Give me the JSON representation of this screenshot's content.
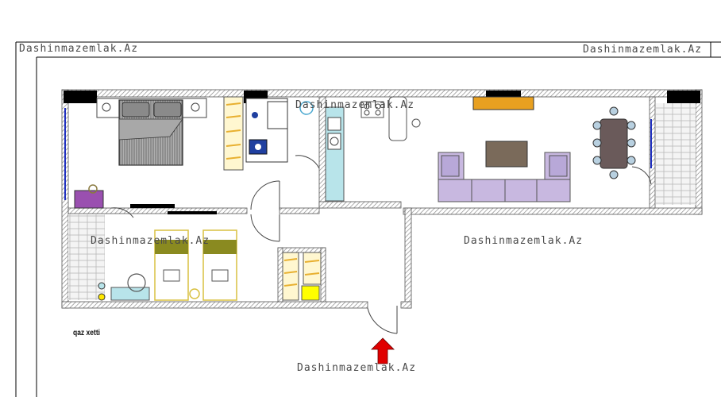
{
  "watermarks": {
    "top_left": "Dashinmazemlak.Az",
    "top_right": "Dashinmazemlak.Az",
    "kitchen": "Dashinmazemlak.Az",
    "bedroom": "Dashinmazemlak.Az",
    "hall": "Dashinmazemlak.Az",
    "bottom": "Dashinmazemlak.Az"
  },
  "labels": {
    "gas_line": "qaz xetti"
  },
  "colors": {
    "wall_hatch": "#8a8a8a",
    "sofa": "#c8b8e0",
    "bed_frame": "#e0c84a",
    "bed_pillow": "#8a8a20",
    "double_bed": "#9a9a9a",
    "rug": "#7a6a5a",
    "tv_stand": "#e8a020",
    "entrance_arrow": "#e00000",
    "kitchen_counter": "#b8e4ea",
    "window": "#2030c0",
    "balcony_tile": "#c8c8c8",
    "wardrobe": "#e8b030",
    "shoe_cabinet": "#ffff00",
    "dresser": "#9a50b0",
    "appliance_blue": "#2040a0",
    "dining_table": "#6a5a5a"
  }
}
